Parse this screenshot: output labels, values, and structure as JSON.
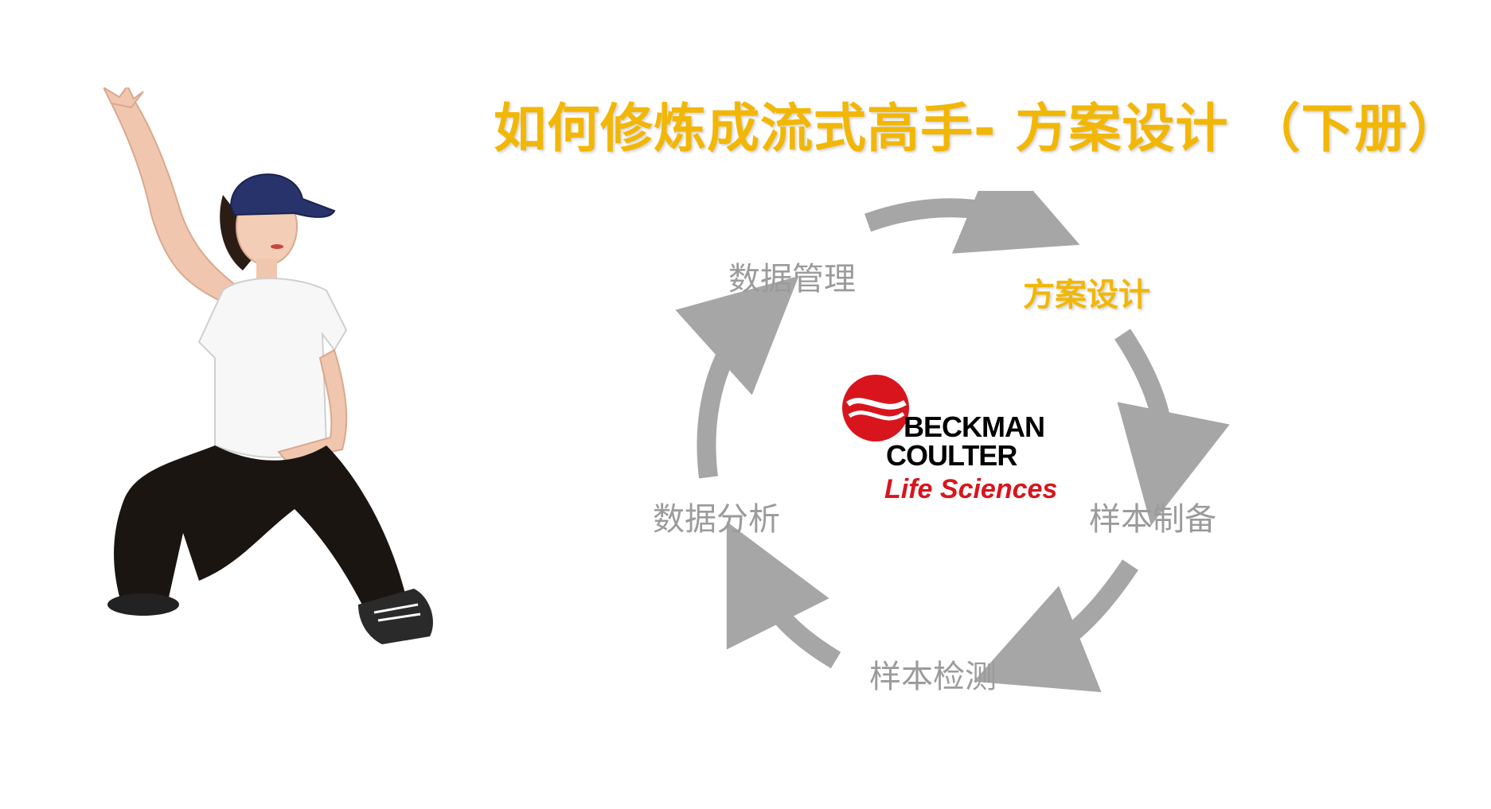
{
  "slide": {
    "title": "如何修炼成流式高手- 方案设计 （下册）"
  },
  "cycle": {
    "steps": [
      {
        "label": "数据管理",
        "active": false
      },
      {
        "label": "方案设计",
        "active": true
      },
      {
        "label": "样本制备",
        "active": false
      },
      {
        "label": "样本检测",
        "active": false
      },
      {
        "label": "数据分析",
        "active": false
      }
    ],
    "arrow_color": "#a6a6a6",
    "active_color": "#f2b705",
    "inactive_color": "#9b9b9b"
  },
  "logo": {
    "line1": "BECKMAN",
    "line2": "COULTER",
    "line3": "Life Sciences",
    "brand_red": "#d8151d"
  },
  "illustration": {
    "subject": "tai-chi-practitioner-icon"
  }
}
